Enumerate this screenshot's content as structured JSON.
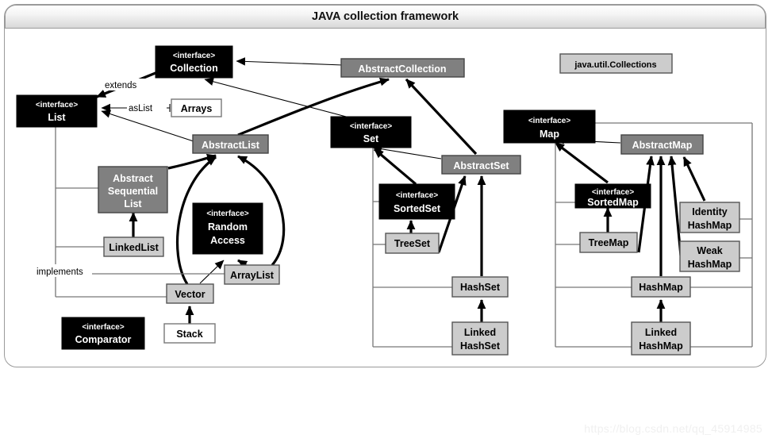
{
  "window": {
    "title": "JAVA collection framework",
    "watermark": "https://blog.csdn.net/qq_45914985"
  },
  "edge_labels": {
    "extends": "extends",
    "implements": "implements",
    "asList": "asList"
  },
  "interface_tag": "<interface>",
  "nodes": {
    "collection": {
      "tag": "<interface>",
      "name": "Collection"
    },
    "list": {
      "tag": "<interface>",
      "name": "List"
    },
    "set": {
      "tag": "<interface>",
      "name": "Set"
    },
    "map": {
      "tag": "<interface>",
      "name": "Map"
    },
    "sortedSet": {
      "tag": "<interface>",
      "name": "SortedSet"
    },
    "sortedMap": {
      "tag": "<interface>",
      "name": "SortedMap"
    },
    "randomAccess": {
      "tag": "<interface>",
      "line1": "Random",
      "line2": "Access"
    },
    "comparator": {
      "tag": "<interface>",
      "name": "Comparator"
    },
    "abstractCollection": {
      "name": "AbstractCollection"
    },
    "abstractList": {
      "name": "AbstractList"
    },
    "abstractSet": {
      "name": "AbstractSet"
    },
    "abstractMap": {
      "name": "AbstractMap"
    },
    "abstractSequentialList": {
      "line1": "Abstract",
      "line2": "Sequential",
      "line3": "List"
    },
    "linkedList": {
      "name": "LinkedList"
    },
    "arrayList": {
      "name": "ArrayList"
    },
    "vector": {
      "name": "Vector"
    },
    "stack": {
      "name": "Stack"
    },
    "arrays": {
      "name": "Arrays"
    },
    "collectionsUtil": {
      "name": "java.util.Collections"
    },
    "treeSet": {
      "name": "TreeSet"
    },
    "hashSet": {
      "name": "HashSet"
    },
    "linkedHashSet": {
      "line1": "Linked",
      "line2": "HashSet"
    },
    "treeMap": {
      "name": "TreeMap"
    },
    "hashMap": {
      "name": "HashMap"
    },
    "linkedHashMap": {
      "line1": "Linked",
      "line2": "HashMap"
    },
    "identityHashMap": {
      "line1": "Identity",
      "line2": "HashMap"
    },
    "weakHashMap": {
      "line1": "Weak",
      "line2": "HashMap"
    }
  },
  "colors": {
    "interface_fill": "#000000",
    "interface_text": "#ffffff",
    "concrete_fill": "#cccccc",
    "abstract_fill": "#808080",
    "plain_fill": "#ffffff",
    "edge": "#000000",
    "implements_edge": "#777777",
    "title_text": "#111111",
    "watermark": "#f0f0f0"
  }
}
